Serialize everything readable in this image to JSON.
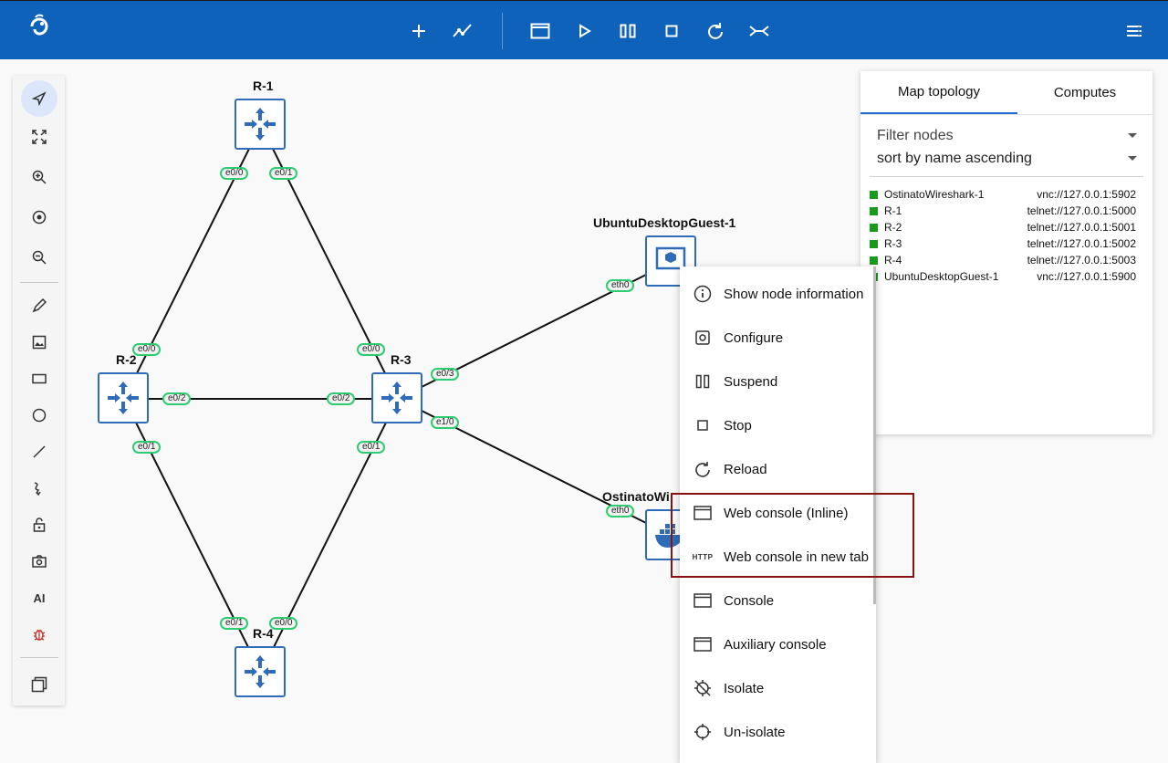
{
  "toolbar": {
    "logo": "gns3-logo-icon",
    "buttons": [
      "add-node-icon",
      "link-icon",
      "console-all-icon",
      "start-icon",
      "suspend-icon",
      "stop-icon",
      "reload-icon",
      "reset-icon"
    ],
    "menu": "hamburger-icon"
  },
  "left_toolbar": {
    "tools": [
      "select-icon",
      "fit-icon",
      "zoom-in-icon",
      "reset-zoom-icon",
      "zoom-out-icon",
      "draw-icon",
      "image-icon",
      "rectangle-icon",
      "ellipse-icon",
      "line-icon",
      "curve-icon",
      "lock-icon",
      "screenshot-icon",
      "ai-icon",
      "bug-icon",
      "layers-icon"
    ],
    "ai_label": "AI"
  },
  "nodes": {
    "r1": "R-1",
    "r2": "R-2",
    "r3": "R-3",
    "r4": "R-4",
    "ubuntu": "UbuntuDesktopGuest-1",
    "ostinato": "OstinatoWi"
  },
  "ports": {
    "r1_e00": "e0/0",
    "r1_e01": "e0/1",
    "r2_e00": "e0/0",
    "r2_e02": "e0/2",
    "r2_e01": "e0/1",
    "r3_e00": "e0/0",
    "r3_e02": "e0/2",
    "r3_e03": "e0/3",
    "r3_e10": "e1/0",
    "r3_e01": "e0/1",
    "r4_e01": "e0/1",
    "r4_e00": "e0/0",
    "ubuntu_eth0": "eth0",
    "ostinato_eth0": "eth0"
  },
  "panel": {
    "tabs": [
      "Map topology",
      "Computes"
    ],
    "filter_label": "Filter nodes",
    "sort_label": "sort by name ascending",
    "node_list": [
      {
        "name": "OstinatoWireshark-1",
        "console": "vnc://127.0.0.1:5902"
      },
      {
        "name": "R-1",
        "console": "telnet://127.0.0.1:5000"
      },
      {
        "name": "R-2",
        "console": "telnet://127.0.0.1:5001"
      },
      {
        "name": "R-3",
        "console": "telnet://127.0.0.1:5002"
      },
      {
        "name": "R-4",
        "console": "telnet://127.0.0.1:5003"
      },
      {
        "name": "UbuntuDesktopGuest-1",
        "console": "vnc://127.0.0.1:5900"
      }
    ],
    "status_color": "#1a9a1a"
  },
  "context_menu": {
    "items": [
      {
        "label": "Show node information",
        "icon": "info-icon"
      },
      {
        "label": "Configure",
        "icon": "settings-icon"
      },
      {
        "label": "Suspend",
        "icon": "pause-icon"
      },
      {
        "label": "Stop",
        "icon": "stop-icon"
      },
      {
        "label": "Reload",
        "icon": "reload-icon"
      },
      {
        "label": "Web console (Inline)",
        "icon": "web-console-icon"
      },
      {
        "label": "Web console in new tab",
        "icon": "http-icon"
      },
      {
        "label": "Console",
        "icon": "console-icon"
      },
      {
        "label": "Auxiliary console",
        "icon": "aux-console-icon"
      },
      {
        "label": "Isolate",
        "icon": "isolate-icon"
      },
      {
        "label": "Un-isolate",
        "icon": "unisolate-icon"
      }
    ],
    "http_text": "HTTP"
  },
  "colors": {
    "accent": "#0e62b9",
    "highlight": "#8b1010",
    "port_border": "#2ecc71",
    "node_border": "#2f6bb7"
  }
}
